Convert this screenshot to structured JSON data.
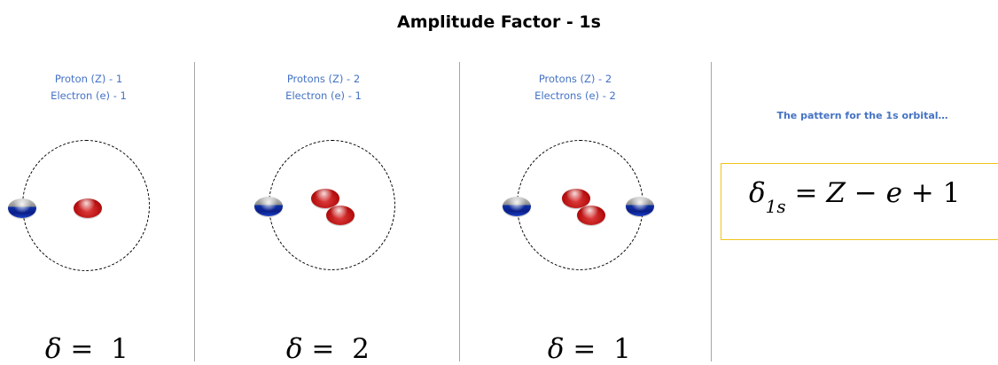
{
  "title": "Amplitude Factor - 1s",
  "panels": [
    {
      "caption_line1": "Proton  (Z) - 1",
      "caption_line2": "Electron  (e) - 1",
      "delta_symbol": "δ",
      "delta_eq": " =  ",
      "delta_value": "1"
    },
    {
      "caption_line1": "Protons  (Z) - 2",
      "caption_line2": "Electron  (e) - 1",
      "delta_symbol": "δ",
      "delta_eq": " =  ",
      "delta_value": "2"
    },
    {
      "caption_line1": "Protons  (Z) - 2",
      "caption_line2": "Electrons  (e) - 2",
      "delta_symbol": "δ",
      "delta_eq": " =  ",
      "delta_value": "1"
    }
  ],
  "pattern_text": "The pattern for the 1s orbital…",
  "formula": {
    "delta": "δ",
    "subscript": "1s",
    "rhs_eq": " = ",
    "Z": "Z",
    "minus": " − ",
    "e": "e",
    "plus_one": " + 1"
  },
  "colors": {
    "caption": "#4472c4",
    "box_border": "#f0c419",
    "divider": "#a6a6a6",
    "proton": "#c01818",
    "electron": "#0a1e88"
  }
}
